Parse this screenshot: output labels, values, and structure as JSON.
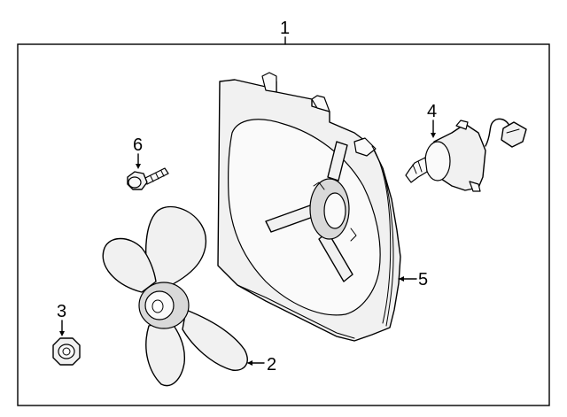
{
  "diagram": {
    "callouts": [
      {
        "id": "assembly",
        "label": "1"
      },
      {
        "id": "fan-blade",
        "label": "2"
      },
      {
        "id": "nut",
        "label": "3"
      },
      {
        "id": "motor",
        "label": "4"
      },
      {
        "id": "shroud",
        "label": "5"
      },
      {
        "id": "bolt",
        "label": "6"
      }
    ],
    "colors": {
      "line": "#000000",
      "part_fill": "#f1f1f1",
      "background": "#ffffff"
    }
  }
}
